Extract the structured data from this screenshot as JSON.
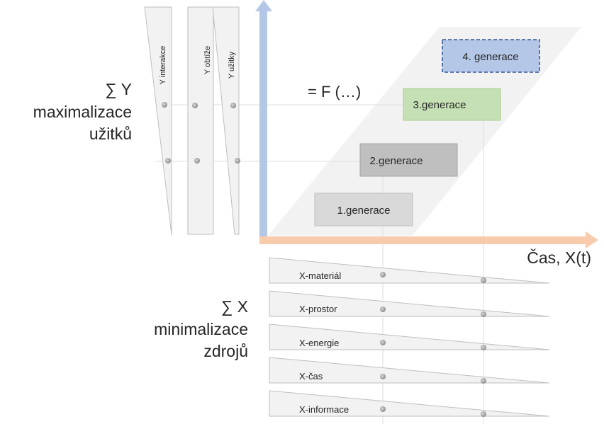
{
  "y_side": {
    "sum_label": "∑ Y",
    "line2": "maximalizace",
    "line3": "užitků"
  },
  "y_bars": [
    "Y interakce",
    "Y obtíže",
    "Y užitky"
  ],
  "formula": "= F (…)",
  "generations": [
    "1.generace",
    "2.generace",
    "3.generace",
    "4. generace"
  ],
  "time_axis_label": "Čas, X(t)",
  "x_side": {
    "sum_label": "∑ X",
    "line2": "minimalizace",
    "line3": "zdrojů"
  },
  "x_bars": [
    "X-materiál",
    "X-prostor",
    "X-energie",
    "X-čas",
    "X-informace"
  ],
  "colors": {
    "y_axis": "#b4c7e7",
    "x_axis": "#f8cbad",
    "gen1": "#d9d9d9",
    "gen2": "#bfbfbf",
    "gen3": "#c5e0b4",
    "gen4": "#b4c7e7",
    "gen4_border": "#2f5597",
    "panel": "#f2f2f2"
  }
}
